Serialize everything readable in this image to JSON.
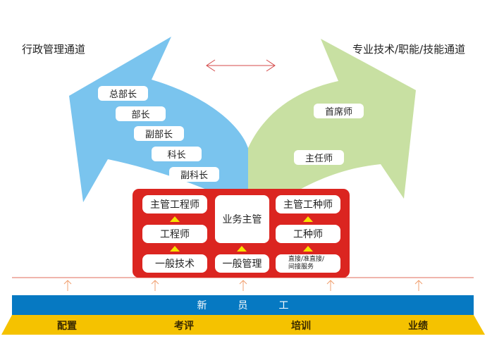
{
  "diagram": {
    "left_channel": {
      "title": "行政管理通道",
      "color": "#7ac4ee",
      "levels": [
        "总部长",
        "部长",
        "副部长",
        "科长",
        "副科长"
      ]
    },
    "right_channel": {
      "title": "专业技术/职能/技能通道",
      "color": "#c8e0a2",
      "levels": [
        "首席师",
        "主任师"
      ]
    },
    "double_arrow": {
      "color": "#d44a4a",
      "meaning": "bidirectional-transfer"
    },
    "core_box": {
      "color": "#db2520",
      "technical_column": [
        "主管工程师",
        "工程师",
        "一般技术"
      ],
      "management_column": [
        "业务主管",
        "一般管理"
      ],
      "skill_column": [
        "主管工种师",
        "工种师",
        "直接/准直接/间接服务"
      ],
      "skill_service_lines": [
        "直接/准直接/",
        "间接服务"
      ],
      "step_marker_color": "#f7e200"
    },
    "base": {
      "new_employee_chars": [
        "新",
        "员",
        "工"
      ],
      "new_employee_color": "#0679c2",
      "foundation_color": "#f5c200",
      "foundation_items": [
        "配置",
        "考评",
        "培训",
        "业绩"
      ],
      "up_arrow_color": "#f0a070",
      "up_arrow_count": 5
    }
  }
}
